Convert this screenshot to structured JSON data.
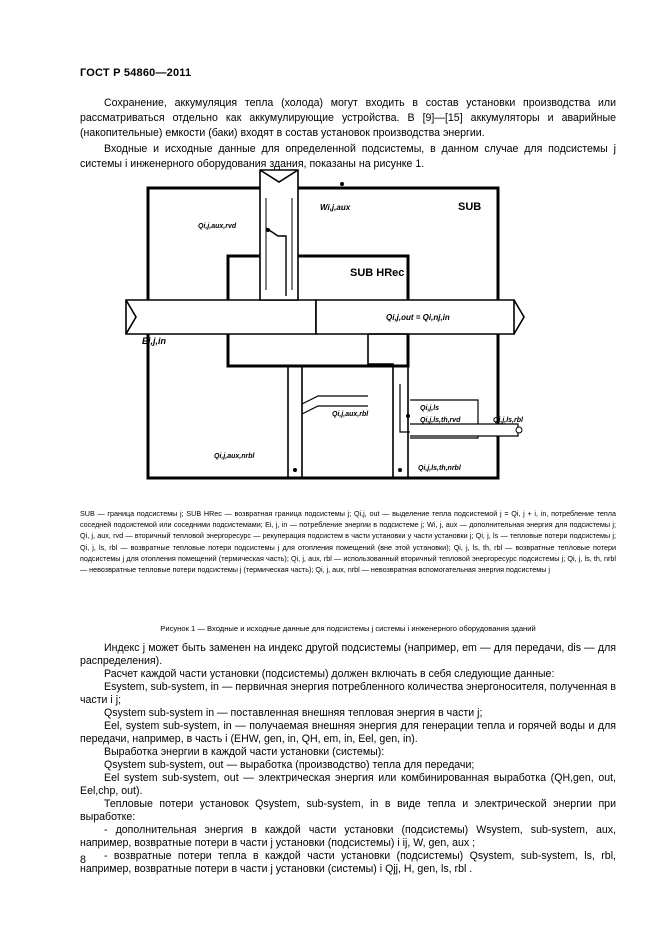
{
  "header": {
    "title": "ГОСТ Р 54860—2011"
  },
  "intro": {
    "p1": "Сохранение, аккумуляция тепла (холода) могут входить в состав установки производства или рассматриваться отдельно как аккумулирующие устройства. В [9]—[15] аккумуляторы и аварийные (накопительные) емкости (баки) входят в состав установок производства энергии.",
    "p2": "Входные и исходные данные для определенной подсистемы, в данном случае для подсистемы j системы i инженерного оборудования здания, показаны на рисунке 1."
  },
  "figure": {
    "labels": {
      "sub": "SUB",
      "sub_hrec": "SUB HRec",
      "w_aux": "Wi,j,aux",
      "q_aux_rvd": "Qi,j,aux,rvd",
      "e_in": "Ei,j,in",
      "q_out": "Qi,j,out = Qi,nj,in",
      "q_ls": "Qi,j,ls",
      "q_ls_th_rvd": "Qi,j,ls,th,rvd",
      "q_ls_rbl": "Qi,j,ls,rbl",
      "q_aux_rbl": "Qi,j,aux,rbl",
      "q_aux_nrbl": "Qi,j,aux,nrbl",
      "q_ls_th_nrbl": "Qi,j,ls,th,nrbl"
    }
  },
  "legend": {
    "text": "SUB — граница подсистемы j; SUB HRec — возвратная граница подсистемы j; Qi,j, out — выделение тепла подсистемой j = Qi, j + i, in, потребление тепла соседней подсистемой или соседними подсистемами; Ei, j, in — потребление энергии в подсистеме j; Wi, j, aux — дополнительная энергия для подсистемы j; Qi, j, aux, rvd — вторичный тепловой энергоресурс — рекуперация подсистем в части установки у части установки j; Qi, j, ls — тепловые потери подсистемы j; Qi, j, ls, rbl — возвратные тепловые потери подсистемы j для отопления помещений (вне этой установки); Qi, j, ls, th, rbl — возвратные тепловые потери подсистемы j для отопления помещений (термическая часть); Qi, j, aux, rbl — использованный вторичный тепловой энергоресурс подсистемы j; Qi, j, ls, th, nrbl — невозвратные тепловые потери подсистемы j (термическая часть); Qi, j, aux, nrbl — невозвратная вспомогательная энергия подсистемы j"
  },
  "caption": "Рисунок 1 — Входные и исходные данные для подсистемы j системы i инженерного оборудования зданий",
  "body": {
    "lines": [
      "Индекс j может быть заменен на индекс другой подсистемы (например, em — для передачи, dis — для распределения).",
      "Расчет каждой части установки (подсистемы) должен включать в себя следующие данные:",
      "Esystem, sub-system, in — первичная энергия потребленного количества энергоносителя, полученная в части i j;",
      "Qsystem sub-system in — поставленная внешняя тепловая энергия в части j;",
      "Eel, system sub-system, in — получаемая внешняя энергия для генерации тепла и горячей воды и для передачи, например, в часть i (EHW, gen, in, QH, em, in, Eel, gen, in).",
      "Выработка энергии в каждой части установки (системы):",
      "Qsystem sub-system, out — выработка (производство) тепла для передачи;",
      "Eel system sub-system, out — электрическая энергия или комбинированная выработка (QH,gen, out, Eel,chp, out).",
      "Тепловые потери установок Qsystem, sub-system, in в виде тепла и электрической энергии при выработке:",
      "- дополнительная энергия в каждой части установки (подсистемы) Wsystem, sub-system, aux, например, возвратные потери в части j установки (подсистемы) i ij, W, gen, aux ;",
      "- возвратные потери тепла в каждой части установки (подсистемы) Qsystem, sub-system, ls, rbl, например, возвратные потери в части j установки (системы) i Qjj, H, gen, ls, rbl ."
    ]
  },
  "page_number": "8"
}
